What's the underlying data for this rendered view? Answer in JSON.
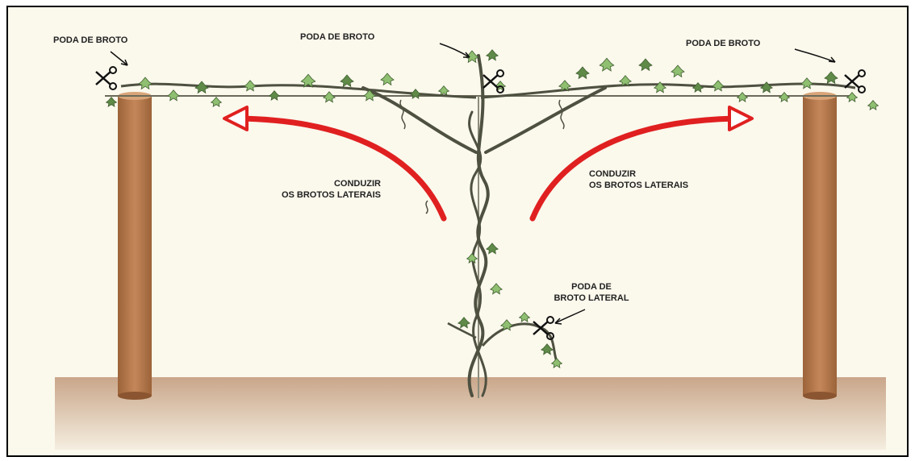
{
  "labels": {
    "top_left": "PODA DE BROTO",
    "top_center": "PODA DE BROTO",
    "top_right": "PODA DE BROTO",
    "conduct_left_1": "CONDUZIR",
    "conduct_left_2": "OS BROTOS LATERAIS",
    "conduct_right_1": "CONDUZIR",
    "conduct_right_2": "OS BROTOS LATERAIS",
    "lateral_1": "PODA DE",
    "lateral_2": "BROTO LATERAL"
  },
  "colors": {
    "background": "#fbf8ec",
    "ground": "#c9a68a",
    "post": "#b87a4f",
    "arrow": "#e02020",
    "wire": "#6b6b5a",
    "vine": "#4e5040",
    "leaf": "#8fbf70",
    "leaf_dark": "#5f8a48"
  },
  "icons": [
    "scissors-icon",
    "leaf-icon",
    "red-arrow-icon"
  ]
}
